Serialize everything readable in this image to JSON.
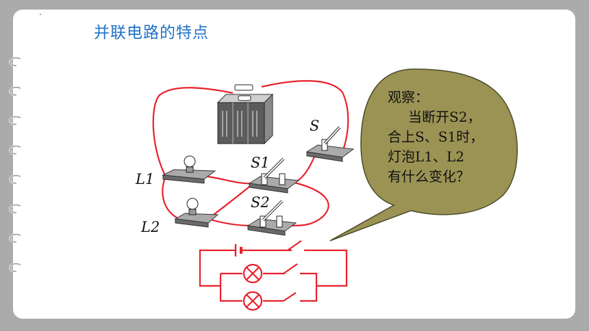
{
  "slide": {
    "title": "并联电路的特点"
  },
  "diagram": {
    "labels": {
      "L1": "L1",
      "L2": "L2",
      "S": "S",
      "S1": "S1",
      "S2": "S2"
    },
    "bubble": {
      "line1": "观察：",
      "line2": "当断开S2，",
      "line3": "合上S、S1时，",
      "line4": "灯泡L1、L2",
      "line5": "有什么变化？"
    },
    "colors": {
      "wire": "#e8202a",
      "bubble_fill": "#9b9354",
      "title": "#1f72c8",
      "background": "#ababab"
    }
  }
}
